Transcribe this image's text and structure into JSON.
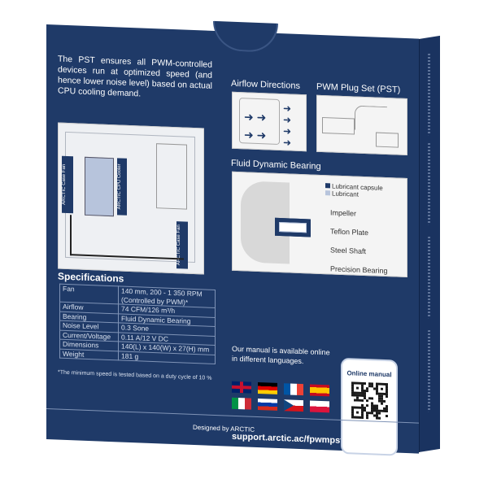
{
  "intro": "The PST ensures all PWM-controlled devices run at optimized speed (and hence lower noise level) based on actual CPU cooling demand.",
  "diagram_labels": {
    "case_fan_left": "ARCTIC Case Fan",
    "cpu_cooler": "ARCTIC CPU Cooler",
    "case_fan_right": "ARCTIC Case Fan"
  },
  "airflow_title": "Airflow Directions",
  "pst_title": "PWM Plug Set (PST)",
  "fdb": {
    "title": "Fluid Dynamic Bearing",
    "legend": [
      "Lubricant capsule",
      "Lubricant"
    ],
    "parts": [
      "Impeller",
      "Teflon Plate",
      "Steel Shaft",
      "Precision Bearing"
    ]
  },
  "specs": {
    "title": "Specifications",
    "rows": [
      {
        "k": "Fan",
        "v": "140 mm, 200 - 1 350 RPM (Controlled by PWM)*"
      },
      {
        "k": "Airflow",
        "v": "74 CFM/126 m³/h"
      },
      {
        "k": "Bearing",
        "v": "Fluid Dynamic Bearing"
      },
      {
        "k": "Noise Level",
        "v": "0.3 Sone"
      },
      {
        "k": "Current/Voltage",
        "v": "0.11 A/12 V DC"
      },
      {
        "k": "Dimensions",
        "v": "140(L) x 140(W) x 27(H) mm"
      },
      {
        "k": "Weight",
        "v": "181 g"
      }
    ],
    "note": "*The minimum speed is tested based on a duty cycle of 10 %"
  },
  "manual": {
    "text": "Our manual is available online in different languages.",
    "url": "support.arctic.ac/fpwmpst",
    "qr_label": "Online manual",
    "flags": [
      "uk",
      "de",
      "fr",
      "es",
      "it",
      "ru",
      "cz",
      "pl"
    ]
  },
  "footer": "Designed by ARCTIC",
  "colors": {
    "box": "#1f3a68",
    "accent": "#b7c4dc"
  }
}
